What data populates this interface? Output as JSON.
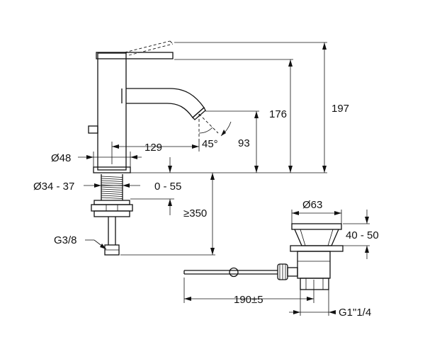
{
  "dimensions": {
    "total_height": "197",
    "spout_height": "176",
    "outlet_height": "93",
    "spout_reach": "129",
    "spout_angle": "45°",
    "base_diameter": "Ø48",
    "hole_diameter": "Ø34 - 37",
    "deck_thickness": "0 - 55",
    "min_clearance": "≥350",
    "connection": "G3/8",
    "waste_diameter": "Ø63",
    "waste_height": "40 - 50",
    "rod_length": "190±5",
    "waste_thread": "G1\"1/4"
  }
}
